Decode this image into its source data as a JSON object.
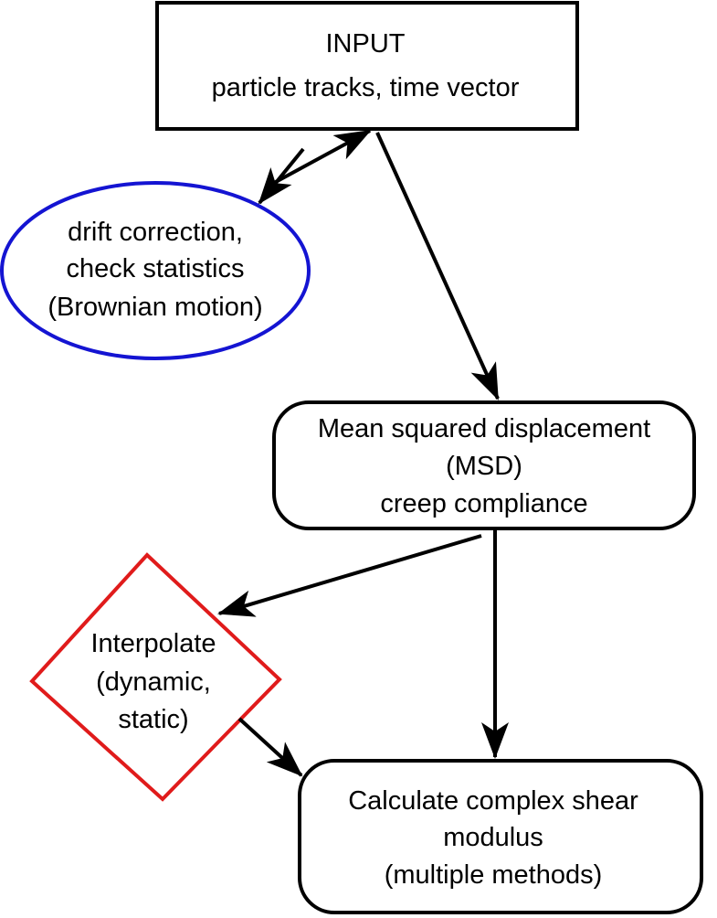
{
  "colors": {
    "stroke": "#000000",
    "ellipse": "#1414d2",
    "diamond": "#e01b1b",
    "background": "#ffffff"
  },
  "nodes": {
    "input": {
      "line1": "INPUT",
      "line2": "particle tracks, time vector"
    },
    "drift": {
      "line1": "drift correction,",
      "line2": "check statistics",
      "line3": "(Brownian motion)"
    },
    "msd": {
      "line1": "Mean squared displacement",
      "line2": "(MSD)",
      "line3": "creep compliance"
    },
    "interp": {
      "line1": "Interpolate",
      "line2": "(dynamic,",
      "line3": "static)"
    },
    "shear": {
      "line1": "Calculate complex shear",
      "line2": "modulus",
      "line3": "(multiple methods)"
    }
  }
}
